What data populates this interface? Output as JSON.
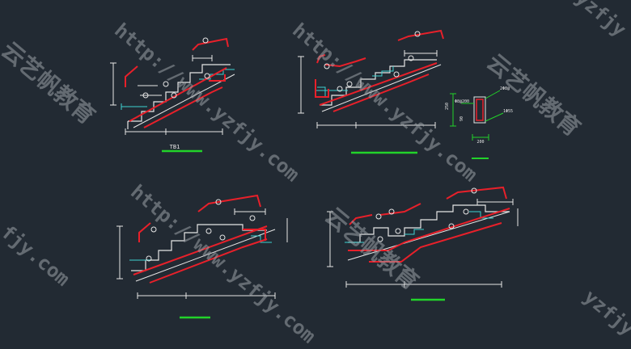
{
  "drawings": {
    "d1": {
      "title": "TB1"
    },
    "d2": {
      "title": "",
      "section_labels": [
        "2Φ8@",
        "Φ8@200",
        "1Φ55",
        "200",
        "250",
        "90"
      ]
    },
    "d3": {
      "title": ""
    },
    "d4": {
      "title": ""
    }
  },
  "watermark": {
    "url": "http://www.yzfjy.com",
    "cn": "云艺帆教育",
    "partial": "yzfjy",
    "partial2": "fjy.com"
  },
  "colors": {
    "background": "#222a33",
    "rebar_red": "#e8202a",
    "outline_white": "#e6e6e6",
    "dim_cyan": "#3fd2d2",
    "title_green": "#22d32a",
    "watermark": "#9aa0a6"
  }
}
